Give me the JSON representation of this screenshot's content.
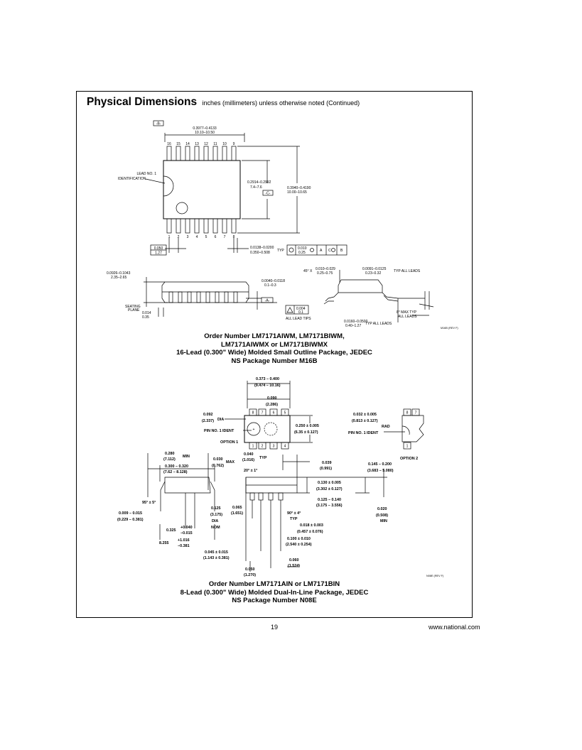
{
  "header": {
    "title": "Physical Dimensions",
    "subtitle": "inches (millimeters) unless otherwise noted (Continued)"
  },
  "pkg1": {
    "datum_b": "-B-",
    "width_in": "0.3977–0.4133",
    "width_mm": "10.10–10.50",
    "top_pins": [
      "16",
      "15",
      "14",
      "13",
      "12",
      "11",
      "10",
      "9"
    ],
    "bottom_pins": [
      "1",
      "2",
      "3",
      "4",
      "5",
      "6",
      "7",
      "8"
    ],
    "lead_no1_line1": "LEAD NO. 1",
    "lead_no1_line2": "IDENTIFICATION",
    "body_w_in": "0.2914–0.2992",
    "body_w_mm": "7.4–7.6",
    "datum_c": "-C-",
    "overall_in": "0.3940–0.4190",
    "overall_mm": "10.00–10.65",
    "pitch_in": "0.050",
    "pitch_mm": "1.27",
    "lead_w_in": "0.0138–0.0200",
    "lead_w_mm": "0.350–0.508",
    "typ": "TYP",
    "tol_in": "0.010",
    "tol_mm": "0.25",
    "fcf_a": "A",
    "fcf_c": "C",
    "fcf_b": "B",
    "height_in": "0.0926–0.1043",
    "height_mm": "2.35–2.65",
    "standoff_in": "0.0040–0.0118",
    "standoff_mm": "0.1–0.3",
    "datum_a": "-A-",
    "seating1": "SEATING",
    "seating2": "PLANE",
    "lead_t_in": "0.014",
    "lead_t_mm": "0.35",
    "chamfer_pre": "45° X",
    "chamfer_in": "0.010–0.029",
    "chamfer_mm": "0.25–0.75",
    "lead_th_in": "0.0091–0.0125",
    "lead_th_mm": "0.23–0.32",
    "typ_all_leads": "TYP ALL LEADS",
    "copl_in": "0.004",
    "copl_mm": "0.1",
    "all_lead_tips": "ALL LEAD TIPS",
    "foot_in": "0.0160–0.0500",
    "foot_mm": "0.40–1.27",
    "angle": "8° MAX TYP",
    "all_leads": "ALL LEADS",
    "drawing_id": "M16B (REV F)"
  },
  "caption1": [
    "Order Number LM7171AIWM, LM7171BIWM,",
    "LM7171AIWMX or LM7171BIWMX",
    "16-Lead (0.300\" Wide) Molded Small Outline Package, JEDEC",
    "NS Package Number M16B"
  ],
  "pkg2": {
    "len_in": "0.373 – 0.400",
    "len_mm": "(9.474 – 10.16)",
    "pin_top": [
      "8",
      "7",
      "6",
      "5"
    ],
    "pin_bot": [
      "1",
      "2",
      "3",
      "4"
    ],
    "p090_in": "0.090",
    "p090_mm": "(2.286)",
    "dia_in": "0.092",
    "dia_mm": "(2.337)",
    "dia": "DIA",
    "pin1_ident": "PIN NO. 1 IDENT",
    "option1": "OPTION 1",
    "width_in": "0.250 ± 0.005",
    "width_mm": "(6.35 ± 0.127)",
    "rad_in": "0.032 ± 0.005",
    "rad_mm": "(0.813 ± 0.127)",
    "rad": "RAD",
    "opt2_pins": [
      "8",
      "7"
    ],
    "opt2_pin1": "1",
    "pin1_ident2": "PIN NO. 1 IDENT",
    "option2": "OPTION 2",
    "d280_in": "0.280",
    "d280_mm": "(7.112)",
    "min": "MIN",
    "d030_in": "0.030",
    "d030_mm": "(0.762)",
    "max": "MAX",
    "d300_in": "0.300 – 0.320",
    "d300_mm": "(7.62 – 8.128)",
    "d040_in": "0.040",
    "d040_mm": "(1.016)",
    "typ": "TYP",
    "d039_in": "0.039",
    "d039_mm": "(0.991)",
    "ang20": "20° ± 1°",
    "d145_in": "0.145 – 0.200",
    "d145_mm": "(3.683 – 5.080)",
    "ang95": "95° ± 5°",
    "d130_in": "0.130 ± 0.005",
    "d130_mm": "(3.302 ± 0.127)",
    "d065_in": "0.065",
    "d065_mm": "(1.651)",
    "d125_in": "0.125 – 0.140",
    "d125_mm": "(3.175 – 3.556)",
    "d020_in": "0.020",
    "d020_mm": "(0.508)",
    "min2": "MIN",
    "d009_in": "0.009 – 0.015",
    "d009_mm": "(0.229 – 0.381)",
    "d125b_in": "0.125",
    "d125b_mm": "(3.175)",
    "dia2": "DIA",
    "nom": "NOM",
    "ang90": "90° ± 4°",
    "typ2": "TYP",
    "d018_in": "0.018 ± 0.003",
    "d018_mm": "(0.457 ± 0.076)",
    "d325_in": "0.325",
    "d325_tol_in_up": "+0.040",
    "d325_tol_in_dn": "−0.015",
    "d325_mm": "8.255",
    "d325_tol_mm_up": "+1.016",
    "d325_tol_mm_dn": "−0.381",
    "d100_in": "0.100 ± 0.010",
    "d100_mm": "(2.540 ± 0.254)",
    "d045_in": "0.045 ± 0.015",
    "d045_mm": "(1.143 ± 0.381)",
    "d060_in": "0.060",
    "d060_mm": "(1.524)",
    "d050_in": "0.050",
    "d050_mm": "(1.270)",
    "drawing_id": "N08E (REV F)"
  },
  "caption2": [
    "Order Number LM7171AIN or LM7171BIN",
    "8-Lead (0.300\" Wide) Molded Dual-In-Line Package, JEDEC",
    "NS Package Number N08E"
  ],
  "footer": {
    "page": "19",
    "url": "www.national.com"
  }
}
